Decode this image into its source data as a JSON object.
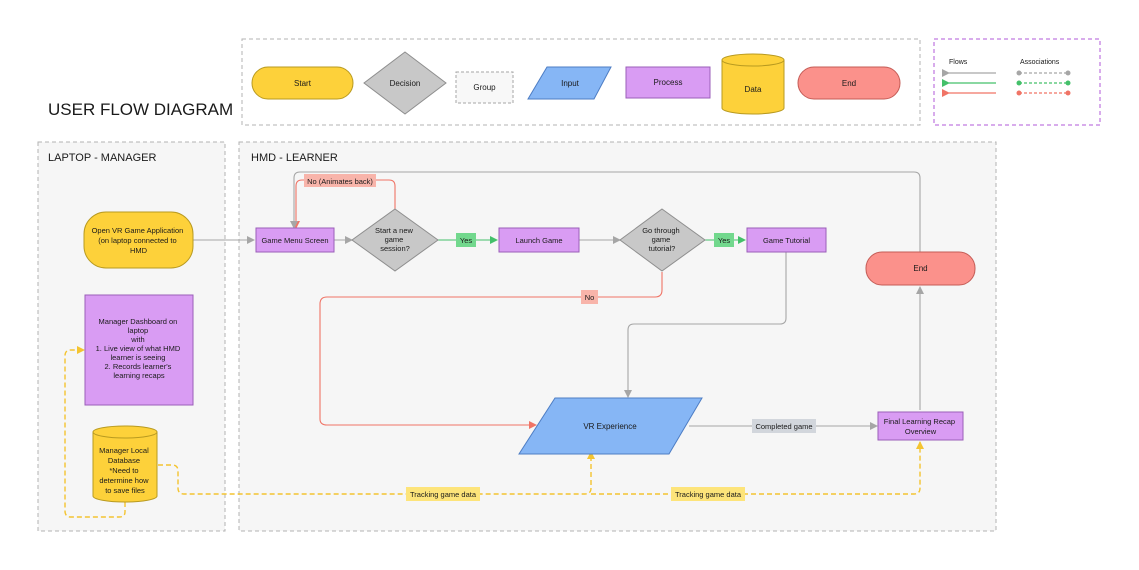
{
  "diagram_title": "USER FLOW DIAGRAM",
  "legend": {
    "start": "Start",
    "decision": "Decision",
    "group": "Group",
    "input": "Input",
    "process": "Process",
    "data": "Data",
    "end": "End",
    "flows_label": "Flows",
    "associations_label": "Associations"
  },
  "lanes": {
    "manager": "LAPTOP - MANAGER",
    "learner": "HMD - LEARNER"
  },
  "nodes": {
    "open_app": [
      "Open VR Game Application",
      "(on laptop connected to",
      "HMD"
    ],
    "dashboard": [
      "Manager Dashboard on",
      "laptop",
      "with",
      "1. Live view of what HMD",
      "learner is seeing",
      "2. Records learner's",
      "learning recaps"
    ],
    "database": [
      "Manager Local",
      "Database",
      "*Need to",
      "determine how",
      "to save files"
    ],
    "game_menu": "Game Menu Screen",
    "new_session": [
      "Start a new",
      "game",
      "session?"
    ],
    "launch_game": "Launch Game",
    "tutorial_q": [
      "Go through",
      "game",
      "tutorial?"
    ],
    "game_tutorial": "Game Tutorial",
    "end": "End",
    "vr_experience": "VR  Experience",
    "recap": [
      "Final Learning Recap",
      "Overview"
    ]
  },
  "edge_labels": {
    "no_animates": "No (Animates back)",
    "yes_1": "Yes",
    "yes_2": "Yes",
    "no": "No",
    "completed": "Completed game",
    "tracking_1": "Tracking game data",
    "tracking_2": "Tracking game data"
  },
  "colors": {
    "start": "#fdd13a",
    "decision": "#c8c8c8",
    "input": "#86b6f5",
    "process": "#d99cf3",
    "end": "#fb918b",
    "flow_grey": "#a6a6a6",
    "flow_green": "#44c06a",
    "flow_red": "#f07466",
    "assoc_yellow": "#f4c430"
  }
}
